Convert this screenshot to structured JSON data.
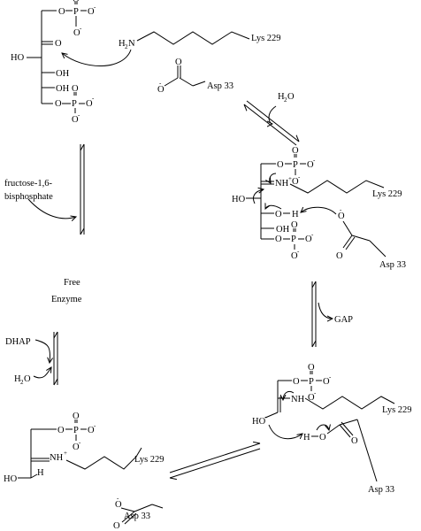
{
  "labels": {
    "lys": "Lys 229",
    "asp": "Asp 33",
    "fbp_line1": "fructose-1,6-",
    "fbp_line2": "bisphosphate",
    "free_line1": "Free",
    "free_line2": "Enzyme",
    "gap": "GAP",
    "dhap": "DHAP",
    "water": "H",
    "water_sub": "2",
    "water_o": "O",
    "h2o_right": "H",
    "h2o_right_sub": "2",
    "h2o_right_o": "O"
  },
  "atoms": {
    "O": "O",
    "P": "P",
    "HO": "HO",
    "OH": "OH",
    "H": "H",
    "H2N": "H",
    "H2N_sub": "2",
    "H2N_N": "N",
    "NH": "NH",
    "minus": "-",
    "plus": "+"
  }
}
